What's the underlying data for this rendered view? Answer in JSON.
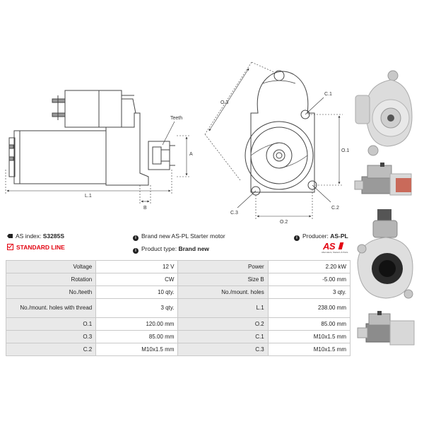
{
  "diagram": {
    "labels": {
      "teeth": "Teeth",
      "a": "A",
      "l1": "L.1",
      "b": "B",
      "o3": "O.3",
      "c1": "C.1",
      "o1": "O.1",
      "c3": "C.3",
      "o2": "O.2",
      "c2": "C.2"
    }
  },
  "photos": [
    {
      "name": "front-view-photo"
    },
    {
      "name": "side-view-photo"
    },
    {
      "name": "rear-view-photo"
    },
    {
      "name": "bottom-side-photo"
    }
  ],
  "info": {
    "as_index_label": "AS index:",
    "as_index_value": "S3285S",
    "standard_line": "STANDARD LINE",
    "description": "Brand new AS-PL Starter motor",
    "product_type_label": "Product type:",
    "product_type_value": "Brand new",
    "producer_label": "Producer:",
    "producer_value": "AS-PL",
    "logo_text": "AS",
    "logo_tagline": "Alternators, Starters & Parts"
  },
  "colors": {
    "accent": "#e30613",
    "label_bg": "#e9e9e9",
    "border": "#c9c9c9"
  },
  "specs": [
    {
      "k1": "Voltage",
      "v1": "12 V",
      "k2": "Power",
      "v2": "2.20 kW"
    },
    {
      "k1": "Rotation",
      "v1": "CW",
      "k2": "Size B",
      "v2": "-5.00 mm"
    },
    {
      "k1": "No./teeth",
      "v1": "10 qty.",
      "k2": "No./mount. holes",
      "v2": "3 qty."
    },
    {
      "k1": "No./mount. holes with thread",
      "v1": "3 qty.",
      "k2": "L.1",
      "v2": "238.00 mm"
    },
    {
      "k1": "O.1",
      "v1": "120.00 mm",
      "k2": "O.2",
      "v2": "85.00 mm"
    },
    {
      "k1": "O.3",
      "v1": "85.00 mm",
      "k2": "C.1",
      "v2": "M10x1.5 mm"
    },
    {
      "k1": "C.2",
      "v1": "M10x1.5 mm",
      "k2": "C.3",
      "v2": "M10x1.5 mm"
    }
  ]
}
